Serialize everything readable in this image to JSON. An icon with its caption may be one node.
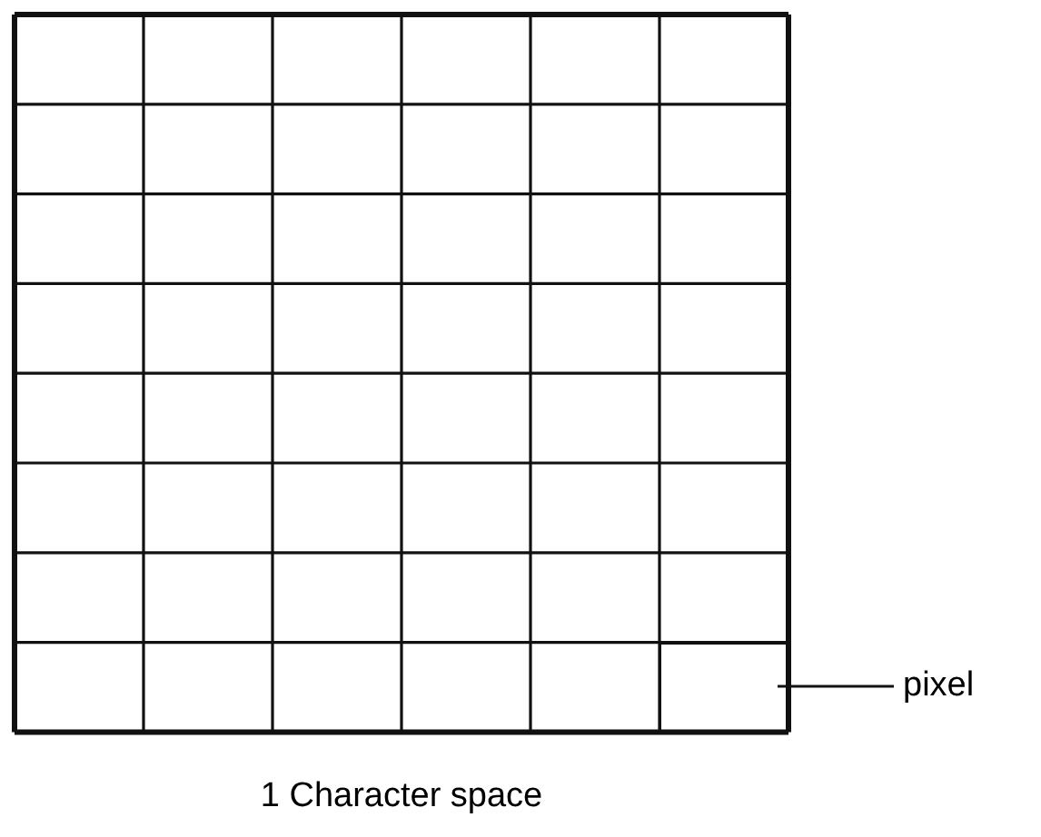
{
  "diagram": {
    "caption": "1 Character space",
    "nodes": [
      {
        "text": [
          "pixel"
        ]
      },
      {
        "text": [],
        "shape": "box"
      }
    ],
    "edges": [
      {
        "from": 0,
        "to": 1,
        "arrow": "none"
      }
    ]
  }
}
